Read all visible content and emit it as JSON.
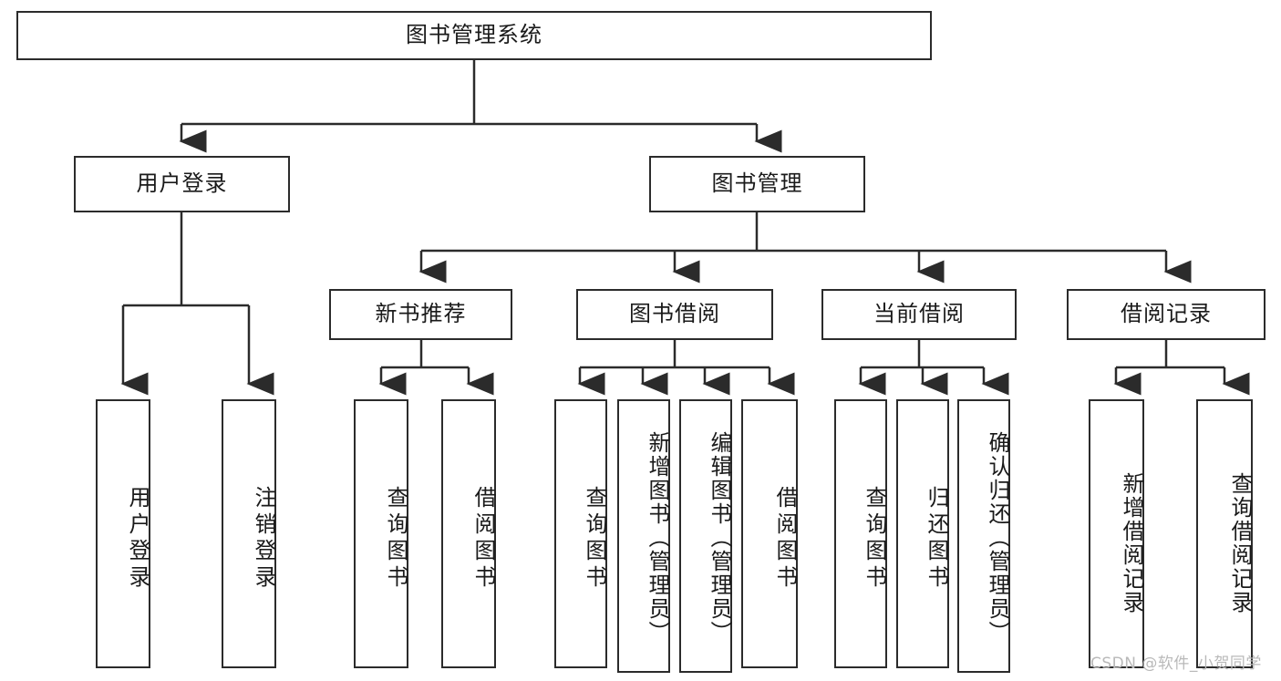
{
  "diagram": {
    "title": "图书管理系统",
    "type": "tree-hierarchy-diagram",
    "root": {
      "id": "root",
      "label": "图书管理系统"
    },
    "level2": [
      {
        "id": "user-login",
        "label": "用户登录"
      },
      {
        "id": "book-manage",
        "label": "图书管理"
      }
    ],
    "level3": [
      {
        "id": "new-book-recommend",
        "label": "新书推荐",
        "parent": "book-manage"
      },
      {
        "id": "book-borrow",
        "label": "图书借阅",
        "parent": "book-manage"
      },
      {
        "id": "current-borrow",
        "label": "当前借阅",
        "parent": "book-manage"
      },
      {
        "id": "borrow-record",
        "label": "借阅记录",
        "parent": "book-manage"
      }
    ],
    "leaves": [
      {
        "id": "leaf-user-login",
        "label": "用户登录",
        "parent": "user-login"
      },
      {
        "id": "leaf-logout-login",
        "label": "注销登录",
        "parent": "user-login"
      },
      {
        "id": "leaf-query-book-1",
        "label": "查询图书",
        "parent": "new-book-recommend"
      },
      {
        "id": "leaf-borrow-book-1",
        "label": "借阅图书",
        "parent": "new-book-recommend"
      },
      {
        "id": "leaf-query-book-2",
        "label": "查询图书",
        "parent": "book-borrow"
      },
      {
        "id": "leaf-add-book",
        "label": "新增图书（管理员）",
        "parent": "book-borrow"
      },
      {
        "id": "leaf-edit-book",
        "label": "编辑图书（管理员）",
        "parent": "book-borrow"
      },
      {
        "id": "leaf-borrow-book-2",
        "label": "借阅图书",
        "parent": "book-borrow"
      },
      {
        "id": "leaf-query-book-3",
        "label": "查询图书",
        "parent": "current-borrow"
      },
      {
        "id": "leaf-return-book",
        "label": "归还图书",
        "parent": "current-borrow"
      },
      {
        "id": "leaf-confirm-return",
        "label": "确认归还（管理员）",
        "parent": "current-borrow"
      },
      {
        "id": "leaf-add-record",
        "label": "新增借阅记录",
        "parent": "borrow-record"
      },
      {
        "id": "leaf-query-record",
        "label": "查询借阅记录",
        "parent": "borrow-record"
      }
    ],
    "watermark": "CSDN @软件_小贺同学",
    "colors": {
      "stroke": "#2b2b2b",
      "fill": "#ffffff",
      "text": "#1a1a1a",
      "watermark": "#b9b9b9"
    }
  }
}
